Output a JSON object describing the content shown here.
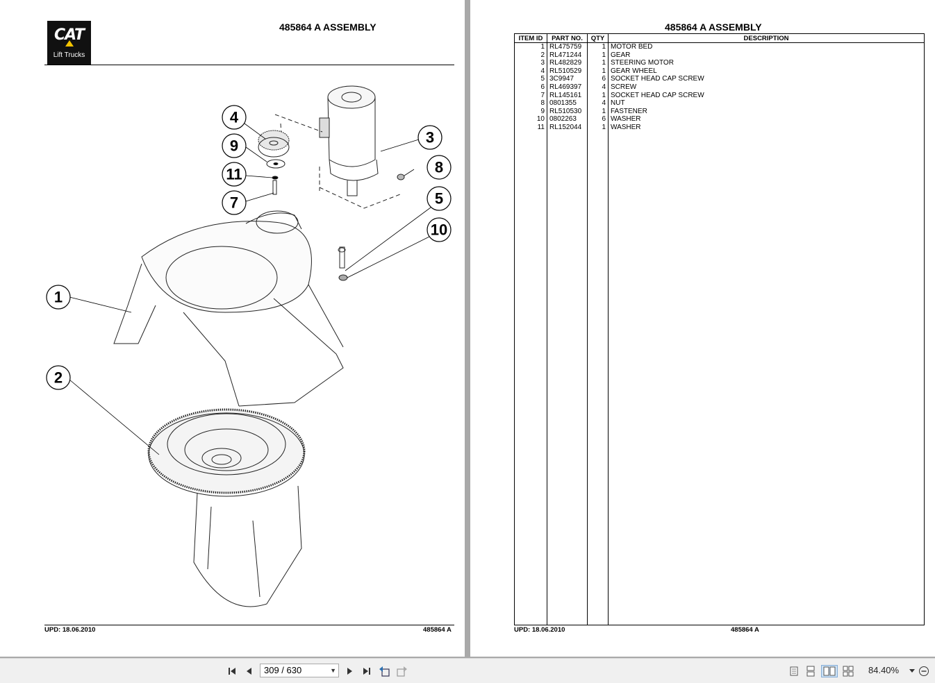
{
  "left_page": {
    "logo_text": "CAT",
    "logo_subtext": "Lift Trucks",
    "title": "485864 A  ASSEMBLY",
    "footer_date": "UPD: 18.06.2010",
    "footer_code": "485864 A",
    "callouts": [
      "1",
      "2",
      "3",
      "4",
      "5",
      "7",
      "8",
      "9",
      "10",
      "11"
    ]
  },
  "right_page": {
    "title": "485864 A  ASSEMBLY",
    "footer_date": "UPD: 18.06.2010",
    "footer_code": "485864 A",
    "table": {
      "headers": [
        "ITEM ID",
        "PART NO.",
        "QTY",
        "DESCRIPTION"
      ],
      "rows": [
        [
          "1",
          "RL475759",
          "1",
          "MOTOR BED"
        ],
        [
          "2",
          "RL471244",
          "1",
          "GEAR"
        ],
        [
          "3",
          "RL482829",
          "1",
          "STEERING MOTOR"
        ],
        [
          "4",
          "RL510529",
          "1",
          "GEAR WHEEL"
        ],
        [
          "5",
          "3C9947",
          "6",
          "SOCKET HEAD CAP SCREW"
        ],
        [
          "6",
          "RL469397",
          "4",
          "SCREW"
        ],
        [
          "7",
          "RL145161",
          "1",
          "SOCKET HEAD CAP SCREW"
        ],
        [
          "8",
          "0801355",
          "4",
          "NUT"
        ],
        [
          "9",
          "RL510530",
          "1",
          "FASTENER"
        ],
        [
          "10",
          "0802263",
          "6",
          "WASHER"
        ],
        [
          "11",
          "RL152044",
          "1",
          "WASHER"
        ]
      ]
    }
  },
  "toolbar": {
    "page_indicator": "309 / 630",
    "zoom": "84.40%",
    "icons": [
      "first-page-icon",
      "prev-page-icon",
      "next-page-icon",
      "last-page-icon",
      "go-back-icon",
      "go-forward-icon",
      "single-page-icon",
      "continuous-icon",
      "facing-icon",
      "continuous-facing-icon",
      "zoom-out-icon"
    ]
  }
}
